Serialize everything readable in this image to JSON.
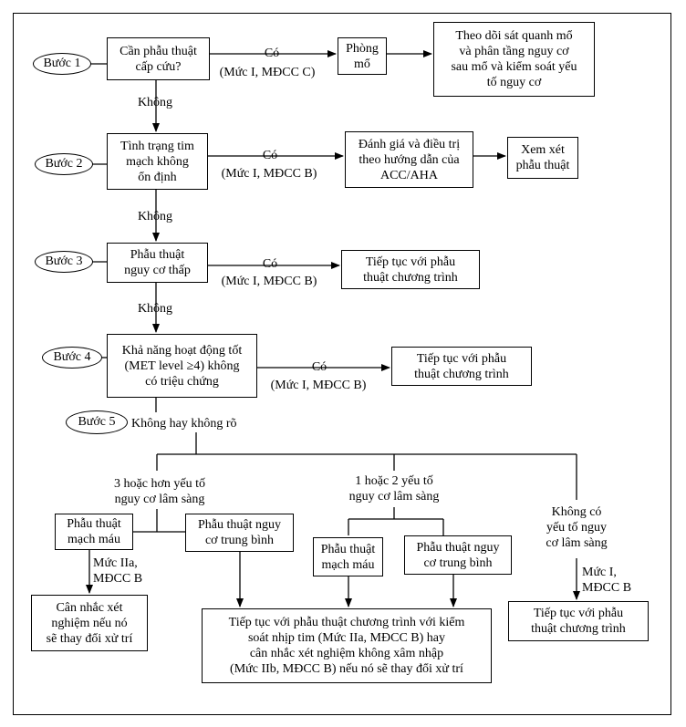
{
  "steps": [
    "Bước 1",
    "Bước 2",
    "Bước 3",
    "Bước 4",
    "Bước 5"
  ],
  "boxes": {
    "q1": "Cần phẫu thuật\ncấp cứu?",
    "or": "Phòng\nmổ",
    "monitor": "Theo dõi sát quanh mổ\nvà phân tầng nguy cơ\nsau mổ và kiểm soát yếu\ntố nguy cơ",
    "q2": "Tình trạng tim\nmạch không\nổn định",
    "evaluate": "Đánh giá và điều trị\ntheo hướng dẫn của\nACC/AHA",
    "consider_surgery": "Xem xét\nphẫu thuật",
    "q3": "Phẫu thuật\nnguy cơ thấp",
    "proceed3": "Tiếp tục với phẫu\nthuật chương trình",
    "q4": "Khả năng hoạt động tốt\n(MET level  ≥4) không\ncó triệu chứng",
    "proceed4": "Tiếp tục với phẫu\nthuật chương trình",
    "vascular_a": "Phẫu thuật\nmạch máu",
    "intermediate_a": "Phẫu thuật nguy\ncơ trung bình",
    "vascular_b": "Phẫu thuật\nmạch máu",
    "intermediate_b": "Phẫu thuật nguy\ncơ trung bình",
    "consider_test": "Cân nhắc xét\nnghiệm nếu nó\nsẽ thay đổi xử trí",
    "proceed_hr": "Tiếp tục với phẫu thuật chương trình với kiểm\nsoát nhịp tim (Mức IIa, MĐCC B) hay\ncân nhắc xét nghiệm không xâm nhập\n(Mức IIb, MĐCC B) nếu nó sẽ thay đổi xử trí",
    "proceed_none": "Tiếp tục với phẫu\nthuật chương trình"
  },
  "labels": {
    "yes": "Có",
    "no": "Không",
    "level_1c": "(Mức I, MĐCC C)",
    "level_1b": "(Mức I, MĐCC B)",
    "no_or_unknown": "Không hay không rõ",
    "three_plus": "3 hoặc hơn yếu tố\nnguy cơ lâm sàng",
    "one_two": "1 hoặc 2 yếu tố\nnguy cơ lâm sàng",
    "none_factors": "Không có\nyếu tố nguy\ncơ lâm sàng",
    "level_2a": "Mức IIa,\nMĐCC B",
    "level_1b_short": "Mức I,\nMĐCC B"
  }
}
